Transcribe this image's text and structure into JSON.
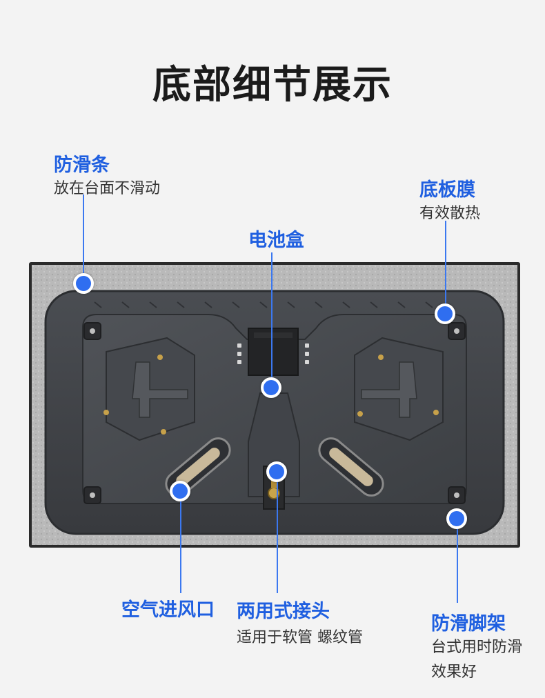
{
  "page": {
    "title": "底部细节展示",
    "accent_color": "#1f5fe0",
    "marker_color": "#2f6ef0"
  },
  "callouts": {
    "anti_slip_strip": {
      "title": "防滑条",
      "desc": "放在台面不滑动"
    },
    "bottom_film": {
      "title": "底板膜",
      "desc": "有效散热"
    },
    "battery_box": {
      "title": "电池盒"
    },
    "air_inlet": {
      "title": "空气进风口"
    },
    "dual_connector": {
      "title": "两用式接头",
      "desc": "适用于软管 螺纹管"
    },
    "anti_slip_feet": {
      "title": "防滑脚架",
      "desc_line1": "台式用时防滑",
      "desc_line2": "效果好"
    }
  }
}
